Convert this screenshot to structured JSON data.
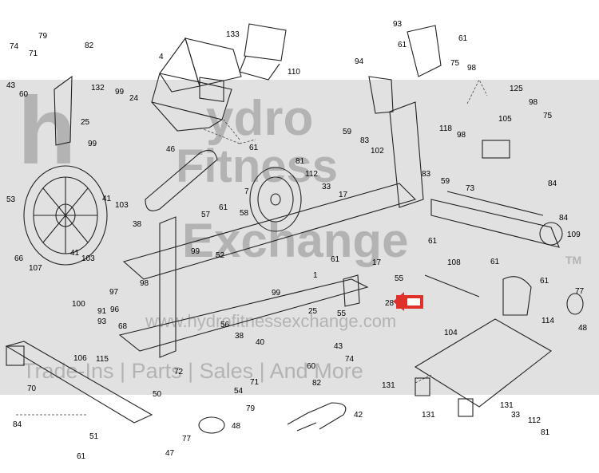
{
  "watermark": {
    "line1": "ydro",
    "line2": "Fitness",
    "line3": "Exchange",
    "tm": "TM",
    "url": "www.hydrofitnessexchange.com",
    "tagline": "Trade-Ins | Parts | Sales | And More"
  },
  "highlight_color": "#e0302a",
  "callouts": {
    "c133": "133",
    "c4": "4",
    "c110": "110",
    "c93": "93",
    "c61a": "61",
    "c61b": "61",
    "c94": "94",
    "c79": "79",
    "c74": "74",
    "c71": "71",
    "c82a": "82",
    "c43a": "43",
    "c60a": "60",
    "c132": "132",
    "c99a": "99",
    "c24": "24",
    "c25a": "25",
    "c99b": "99",
    "c61c": "61",
    "c75a": "75",
    "c98a": "98",
    "c125": "125",
    "c98b": "98",
    "c75b": "75",
    "c59a": "59",
    "c83a": "83",
    "c102": "102",
    "c118": "118",
    "c98c": "98",
    "c105": "105",
    "c46": "46",
    "c81a": "81",
    "c112a": "112",
    "c33a": "33",
    "c17a": "17",
    "c83b": "83",
    "c59b": "59",
    "c73": "73",
    "c84a": "84",
    "c53": "53",
    "c7": "7",
    "c41a": "41",
    "c103a": "103",
    "c38a": "38",
    "c57": "57",
    "c61d": "61",
    "c58": "58",
    "c99c": "99",
    "c52": "52",
    "c61e": "61",
    "c17b": "17",
    "c108": "108",
    "c84b": "84",
    "c109": "109",
    "c66": "66",
    "c41b": "41",
    "c103b": "103",
    "c55a": "55",
    "c61f": "61",
    "c61g": "61",
    "c77a": "77",
    "c107": "107",
    "c61h": "61",
    "c98d": "98",
    "c97": "97",
    "c100": "100",
    "c96": "96",
    "c91": "91",
    "c93b": "93",
    "c99d": "99",
    "c55b": "55",
    "c28": "28",
    "c114": "114",
    "c48a": "48",
    "c1": "1",
    "c68": "68",
    "c56": "56",
    "c38b": "38",
    "c40": "40",
    "c25b": "25",
    "c104": "104",
    "c106": "106",
    "c115": "115",
    "c72": "72",
    "c60b": "60",
    "c43b": "43",
    "c74b": "74",
    "c54": "54",
    "c82b": "82",
    "c71b": "71",
    "c131a": "131",
    "c70": "70",
    "c50": "50",
    "c79b": "79",
    "c42": "42",
    "c131b": "131",
    "c131c": "131",
    "c33b": "33",
    "c112b": "112",
    "c84c": "84",
    "c48b": "48",
    "c51": "51",
    "c77b": "77",
    "c61i": "61",
    "c47": "47",
    "c81b": "81"
  }
}
